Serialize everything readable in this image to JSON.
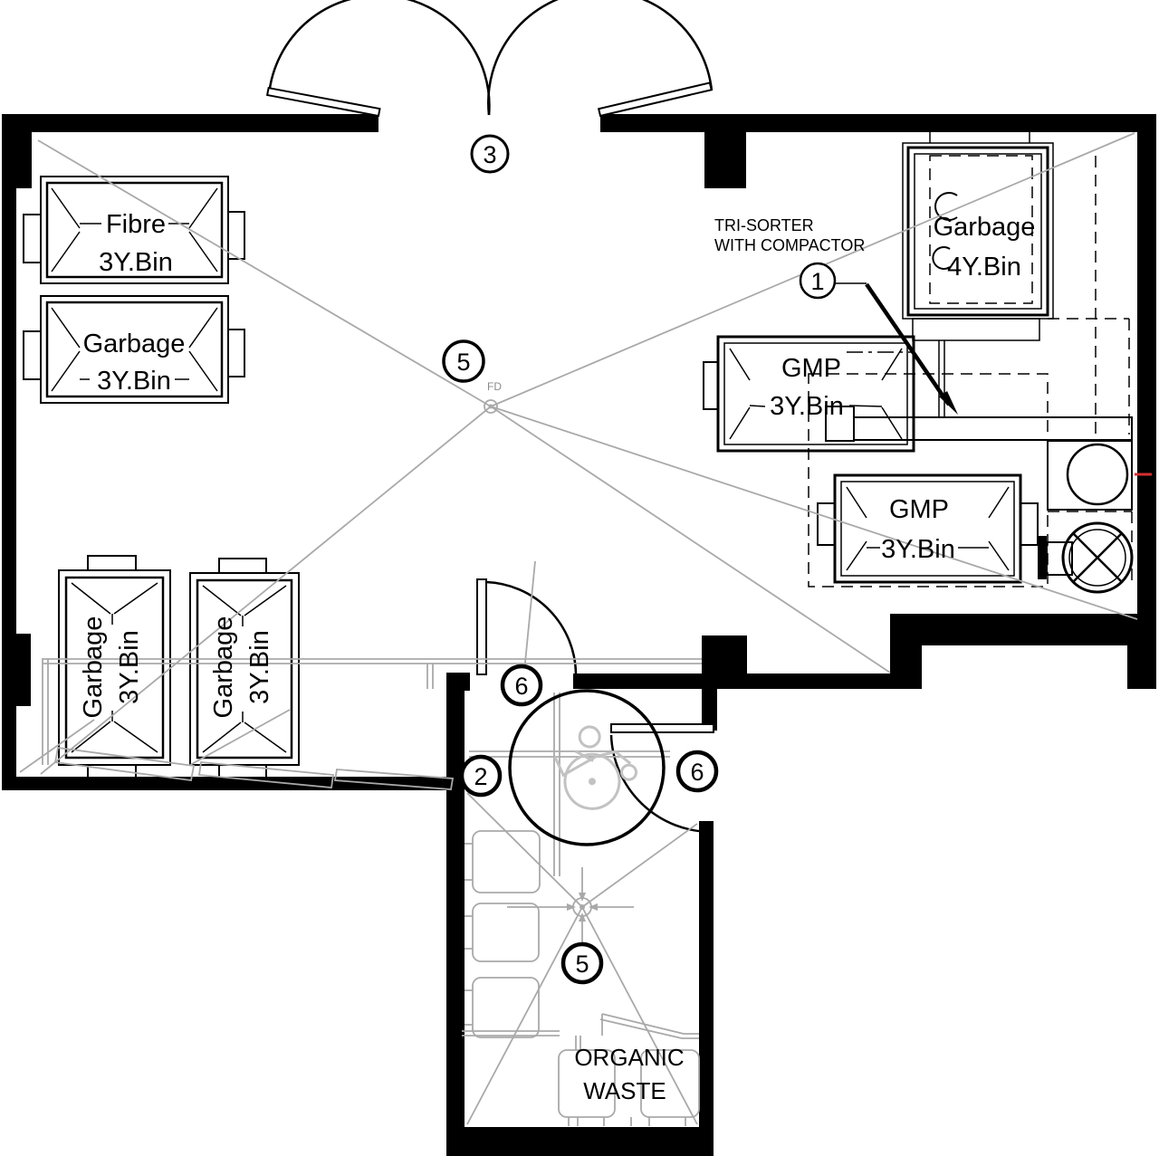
{
  "colors": {
    "wall": "#000000",
    "line_black": "#000000",
    "circulation_gray": "#a9a9a9",
    "figure_gray": "#c2c2c2",
    "accent_red": "#d63030",
    "background": "#ffffff"
  },
  "bins": {
    "fibre": {
      "line1": "Fibre",
      "line2": "3Y.Bin"
    },
    "garbage_top_left": {
      "line1": "Garbage",
      "line2": "3Y.Bin"
    },
    "garbage_left_1": {
      "line1": "Garbage",
      "line2": "3Y.Bin"
    },
    "garbage_left_2": {
      "line1": "Garbage",
      "line2": "3Y.Bin"
    },
    "garbage_4y": {
      "line1": "Garbage",
      "line2": "4Y.Bin"
    },
    "gmp_upper": {
      "line1": "GMP",
      "line2": "3Y.Bin"
    },
    "gmp_lower": {
      "line1": "GMP",
      "line2": "3Y.Bin"
    }
  },
  "labels": {
    "tri_sorter_line1": "TRI-SORTER",
    "tri_sorter_line2": "WITH COMPACTOR",
    "organic_line1": "ORGANIC",
    "organic_line2": "WASTE",
    "floor_drain": "FD"
  },
  "callouts": {
    "entry_doors": "3",
    "main_floor_drain": "5",
    "tri_sorter": "1",
    "lower_room": "2",
    "clearance_left": "6",
    "clearance_right": "6",
    "lower_floor_drain": "5"
  }
}
